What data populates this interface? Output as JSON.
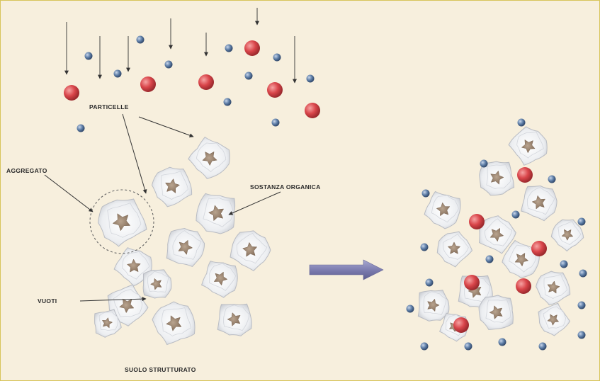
{
  "labels": {
    "particles": "PARTICELLE",
    "aggregate": "AGGREGATO",
    "organic_matter": "SOSTANZA ORGANICA",
    "voids": "VUOTI",
    "structured_soil": "SUOLO STRUTTURATO"
  },
  "colors": {
    "background": "#f7efdd",
    "border": "#d8c45a",
    "large_particle": "#d9454a",
    "small_particle": "#5f7fa8",
    "aggregate_fill": "#eef0f2",
    "organic_core": "#9a8470",
    "arrow": "#7f7fae"
  },
  "icons": {
    "process_arrow": "right-arrow-icon",
    "falling_particles": "down-arrow-icon"
  }
}
